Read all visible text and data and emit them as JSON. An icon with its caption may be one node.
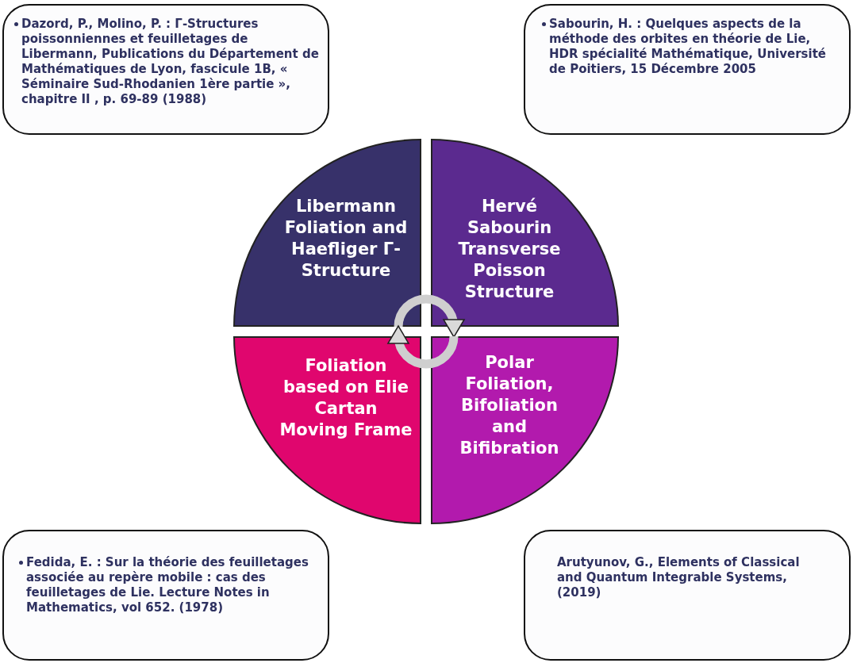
{
  "diagram": {
    "nodes": [
      {
        "text": [
          "Dazord, P., Molino, P. : Γ-Structures poissonniennes et feuilletages de Libermann, Publications du Département de Mathématiques de Lyon, fascicule 1B, « Séminaire Sud-Rhodanien 1ère partie », chapitre II , p. 69-89 (1988)"
        ]
      },
      {
        "text": [
          "Sabourin, H. : Quelques aspects de la méthode des orbites en théorie de Lie, HDR spécialité Mathématique, Université de Poitiers, 15 Décembre 2005"
        ]
      },
      {
        "text": [
          "Libermann Foliation and Haefliger Γ-Structure"
        ]
      },
      {
        "text": [
          "Hervé Sabourin Transverse Poisson Structure"
        ]
      },
      {
        "text": [
          "Foliation based on Elie Cartan Moving Frame"
        ]
      },
      {
        "text": [
          "Polar Foliation, Bifoliation and Bifibration"
        ]
      },
      {
        "text": [
          "Fedida, E. : Sur la théorie des feuilletages associée au repère mobile : cas des feuilletages de Lie. Lecture Notes in Mathematics, vol 652. (1978)"
        ]
      },
      {
        "text": [
          "Arutyunov, G., Elements of Classical and Quantum Integrable Systems, (2019)"
        ]
      }
    ],
    "edges": [
      {
        "from": 2,
        "to": 3,
        "arrow": "to"
      },
      {
        "from": 5,
        "to": 4,
        "arrow": "to"
      }
    ]
  }
}
